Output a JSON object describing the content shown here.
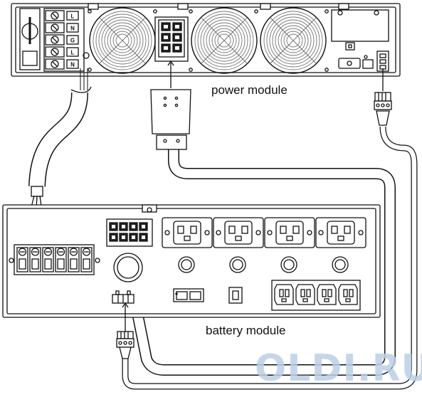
{
  "labels": {
    "power_module": "power module",
    "battery_module": "battery module"
  },
  "power_terminal_letters": [
    "L",
    "N",
    "G",
    "L",
    "N"
  ],
  "watermark": "OLDI.RU",
  "colors": {
    "line": "#111111",
    "fan_grey": "#777777",
    "watermark": "#bcd0e6"
  }
}
